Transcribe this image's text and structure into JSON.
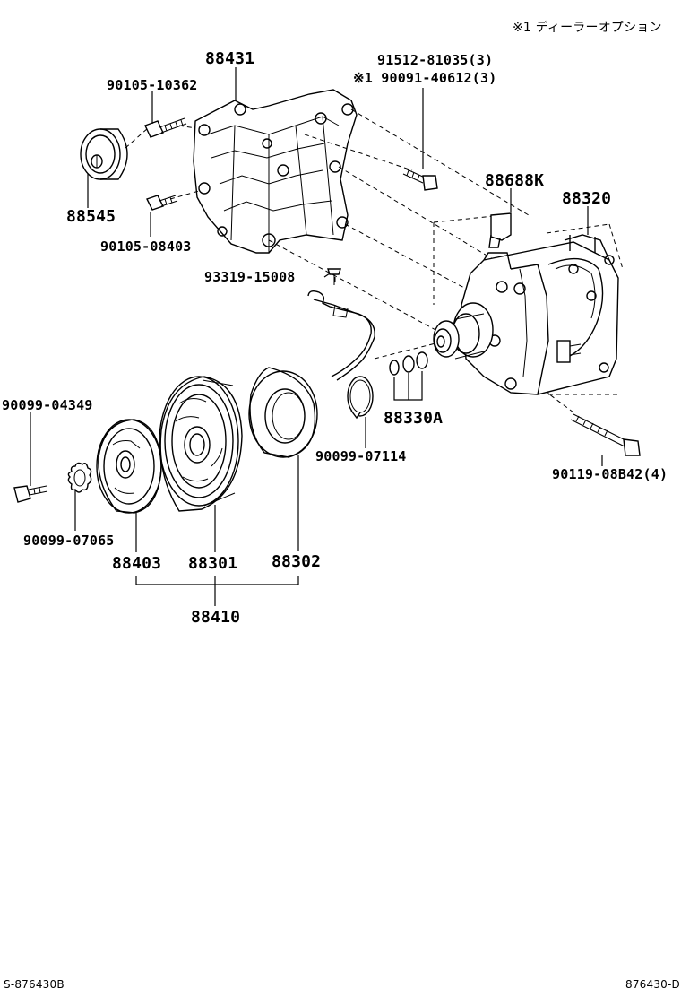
{
  "header": {
    "note": "※1 ディーラーオプション"
  },
  "parts": {
    "p88431": "88431",
    "p91512": "91512-81035(3)",
    "p90091": "※1 90091-40612(3)",
    "p90105a": "90105-10362",
    "p88545": "88545",
    "p90105b": "90105-08403",
    "p88688k": "88688K",
    "p88320": "88320",
    "p93319": "93319-15008",
    "p90099a": "90099-04349",
    "p88330a": "88330A",
    "p90099b": "90099-07114",
    "p90119": "90119-08B42(4)",
    "p90099c": "90099-07065",
    "p88403": "88403",
    "p88301": "88301",
    "p88302": "88302",
    "p88410": "88410"
  },
  "footer": {
    "left": "S-876430B",
    "right": "876430-D"
  }
}
